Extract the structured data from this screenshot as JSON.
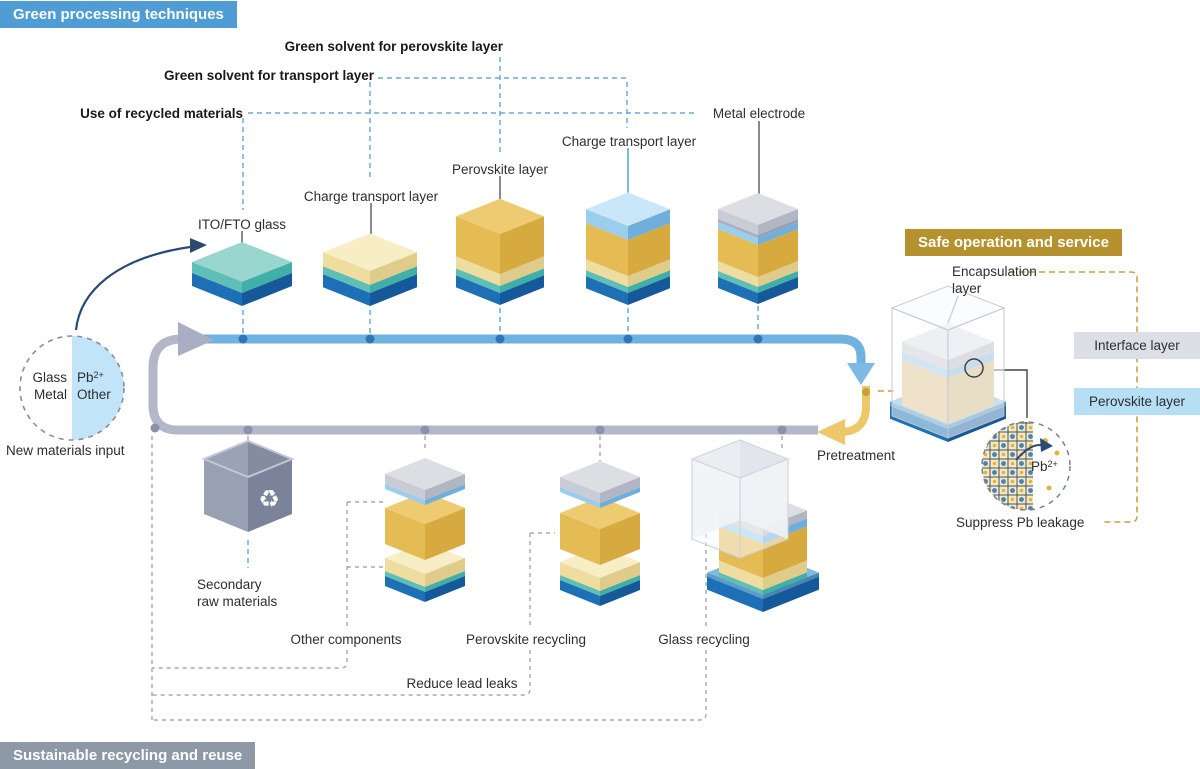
{
  "badges": {
    "green": "Green processing techniques",
    "safe": "Safe operation and service",
    "sustain": "Sustainable recycling and reuse"
  },
  "annotations": {
    "gs_perovskite": "Green solvent for perovskite layer",
    "gs_transport": "Green solvent for transport layer",
    "recycled": "Use of recycled materials"
  },
  "stack_labels": {
    "ito": "ITO/FTO glass",
    "ctl1": "Charge transport layer",
    "perovskite": "Perovskite layer",
    "ctl2": "Charge transport layer",
    "metal": "Metal electrode"
  },
  "input_circle": {
    "left_line1": "Glass",
    "left_line2": "Metal",
    "pb_base": "Pb",
    "pb_sup": "2+",
    "right_line2": "Other",
    "caption": "New materials input"
  },
  "recycle_row": {
    "secondary_line1": "Secondary",
    "secondary_line2": "raw materials",
    "other": "Other components",
    "perovskite": "Perovskite recycling",
    "glass": "Glass recycling",
    "reduce": "Reduce lead leaks",
    "pretreatment": "Pretreatment"
  },
  "service": {
    "encap_line1": "Encapsulation",
    "encap_line2": "layer",
    "interface": "Interface layer",
    "perovskite": "Perovskite layer",
    "suppress": "Suppress Pb leakage",
    "pb_base": "Pb",
    "pb_sup": "2+"
  },
  "icons": {
    "recycle": "♻"
  },
  "colors": {
    "badge_green_bg": "#4f9dd4",
    "badge_safe_bg": "#b5922e",
    "badge_sustain_bg": "#8e99a8",
    "tag_interface_bg": "#dce0e6",
    "tag_perovskite_bg": "#b6dff5",
    "circle_fill": "#c2e4f8",
    "line_blue": "#69abdc",
    "line_gray": "#a5a8ad",
    "line_gold": "#c9a443",
    "leader": "#55585e",
    "leader_blue": "#66aedd",
    "bar_blue": "#6fb2e0",
    "arrow_blue": "#7db9e4",
    "dot_blue": "#2e77b2",
    "bar_gray": "#b3b7c9",
    "arrow_gray": "#aaaec3",
    "dot_gray": "#8b90ab",
    "gold": "#ecc868",
    "dot_gold": "#c8a037",
    "navy": "#2b4a72",
    "pattern_bg": "#f5e9c3",
    "pattern_grid": "#46536b",
    "pattern_dot_blue": "#4383b9",
    "pattern_dot_gold": "#dfb53f",
    "box": {
      "outer_l": "#98a0b3",
      "outer_r": "#7a8399",
      "inner_l": "#9aa2b4",
      "inner_r": "#848ca0",
      "inner_bottom": "#5d6578",
      "rim": "#c2c7d3"
    },
    "layers": {
      "glass": [
        "#2e7fc0",
        "#1d70b5",
        "#15599a"
      ],
      "ito": [
        "#9ad6d0",
        "#5fbfb7",
        "#3fafa7"
      ],
      "ctl": [
        "#f8eec6",
        "#eedd9f",
        "#e0cc8a"
      ],
      "perov": [
        "#eeca70",
        "#e5bb54",
        "#d7aa40"
      ],
      "ctl2": [
        "#c9e7f8",
        "#9bcdec",
        "#70afdb"
      ],
      "lav": [
        "#b6bacd",
        "#a9aec8",
        "#989eb8"
      ],
      "metal": [
        "#dcdee4",
        "#c9ccd5",
        "#b2b6c2"
      ],
      "tan": [
        "#e6d4a6",
        "#dcc795",
        "#cdb77f"
      ],
      "ctl2b": [
        "#bcdaf0",
        "#a6cae6",
        "#88b3d7"
      ],
      "ped": [
        "#82bade",
        "#5d9cc8",
        "#4886b4"
      ]
    }
  }
}
